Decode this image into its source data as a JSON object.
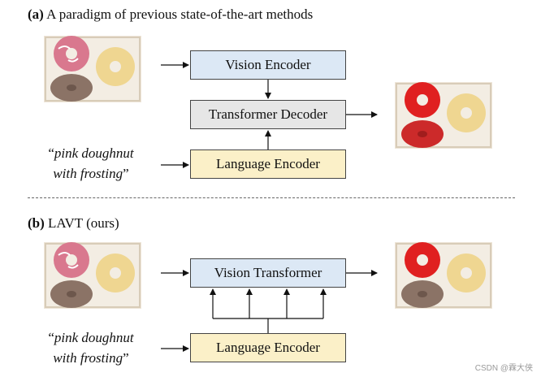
{
  "section_a": {
    "label": "(a)",
    "title": "A paradigm of previous state-of-the-art methods"
  },
  "section_b": {
    "label": "(b)",
    "title": "LAVT (ours)"
  },
  "boxes": {
    "vision_encoder": "Vision Encoder",
    "transformer_decoder": "Transformer Decoder",
    "language_encoder_a": "Language Encoder",
    "vision_transformer": "Vision Transformer",
    "language_encoder_b": "Language Encoder"
  },
  "query": {
    "line1": "pink doughnut",
    "line2": "with frosting",
    "open_quote": "“",
    "close_quote": "”"
  },
  "watermark": "CSDN @霖大侠",
  "colors": {
    "blue_box": "#dce8f5",
    "gray_box": "#e6e6e6",
    "yellow_box": "#fbf0c8",
    "highlight": "#e02020"
  }
}
